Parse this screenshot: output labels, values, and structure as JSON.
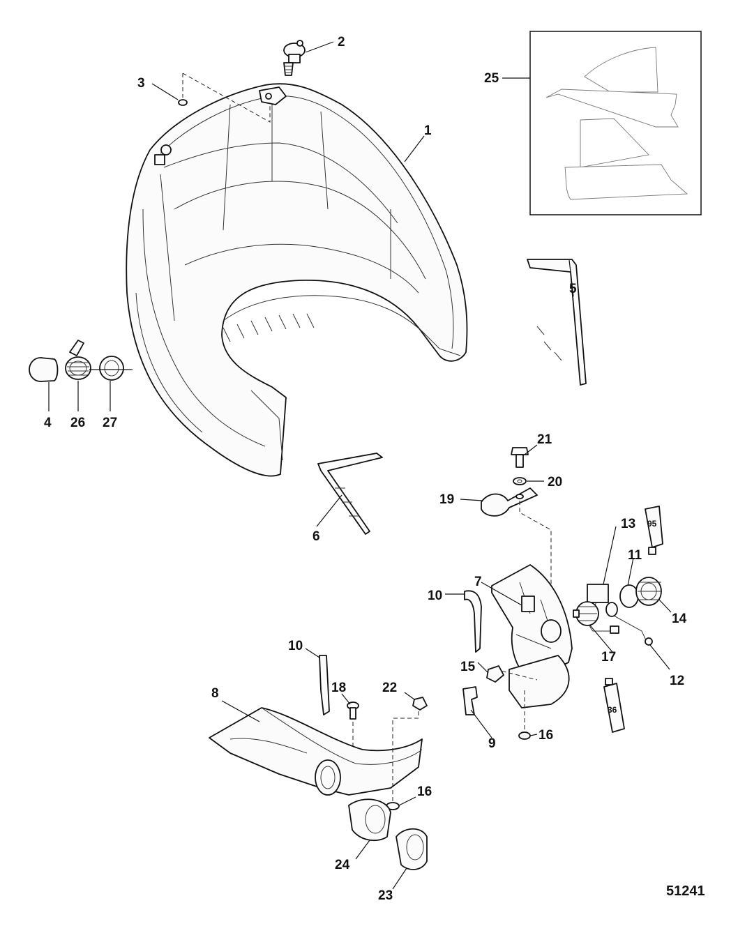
{
  "figure_number": "51241",
  "callouts": {
    "c1": "1",
    "c2": "2",
    "c3": "3",
    "c4": "4",
    "c5": "5",
    "c6": "6",
    "c7": "7",
    "c8": "8",
    "c9": "9",
    "c10a": "10",
    "c10b": "10",
    "c11": "11",
    "c12": "12",
    "c13": "13",
    "c14": "14",
    "c15": "15",
    "c16a": "16",
    "c16b": "16",
    "c17": "17",
    "c18": "18",
    "c19": "19",
    "c20": "20",
    "c21": "21",
    "c22": "22",
    "c23": "23",
    "c24": "24",
    "c25": "25",
    "c26": "26",
    "c27": "27"
  },
  "tubes": {
    "t95": "95",
    "t36": "36"
  }
}
